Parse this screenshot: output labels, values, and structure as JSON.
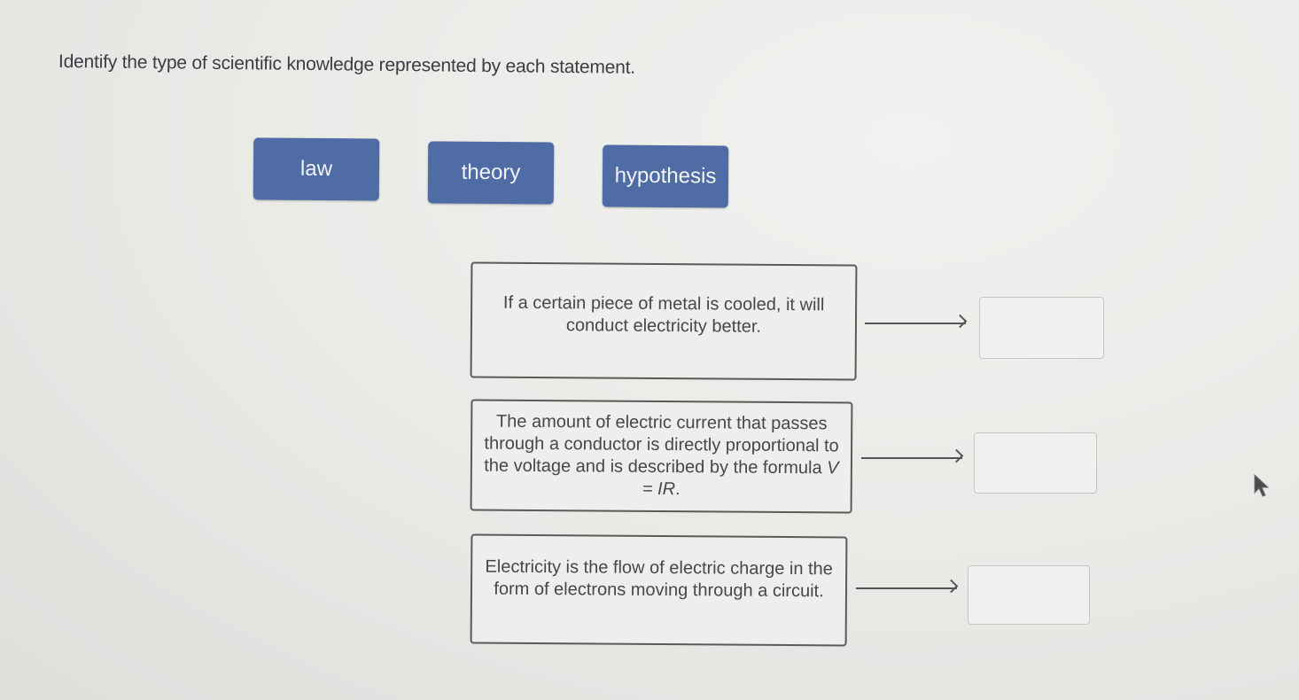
{
  "question": {
    "prompt": "Identify the type of scientific knowledge represented by each statement."
  },
  "choices": [
    {
      "label": "law"
    },
    {
      "label": "theory"
    },
    {
      "label": "hypothesis"
    }
  ],
  "statements": [
    {
      "text": "If a certain piece of metal is cooled, it will conduct electricity better.",
      "answer": ""
    },
    {
      "text_before_formula": "The amount of electric current that passes through a conductor is directly proportional to the voltage and is described by the formula ",
      "formula": "V = IR",
      "text_after_formula": ".",
      "answer": ""
    },
    {
      "text": "Electricity is the flow of electric charge in the form of electrons moving through a circuit.",
      "answer": ""
    }
  ],
  "colors": {
    "chip_background": "#4f6da4",
    "chip_text": "#f2f4f8",
    "statement_border": "#5a5a5a",
    "dropbox_border": "#c6c6c4",
    "page_background": "#e9e9e6"
  },
  "icons": {
    "arrow": "right-arrow-icon",
    "cursor": "mouse-pointer-icon"
  }
}
